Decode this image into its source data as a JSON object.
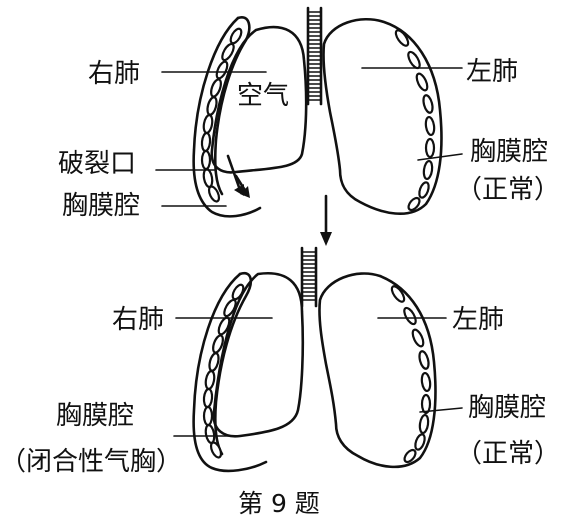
{
  "top": {
    "right_lung": "右肺",
    "air": "空气",
    "rupture": "破裂口",
    "pleural_cavity_right": "胸膜腔",
    "left_lung": "左肺",
    "pleural_cavity_left": "胸膜腔",
    "normal": "（正常）"
  },
  "bottom": {
    "right_lung": "右肺",
    "left_lung": "左肺",
    "pleural_cavity_right": "胸膜腔",
    "closed_pneumothorax": "（闭合性气胸）",
    "pleural_cavity_left": "胸膜腔",
    "normal": "（正常）"
  },
  "caption": "第 9 题"
}
